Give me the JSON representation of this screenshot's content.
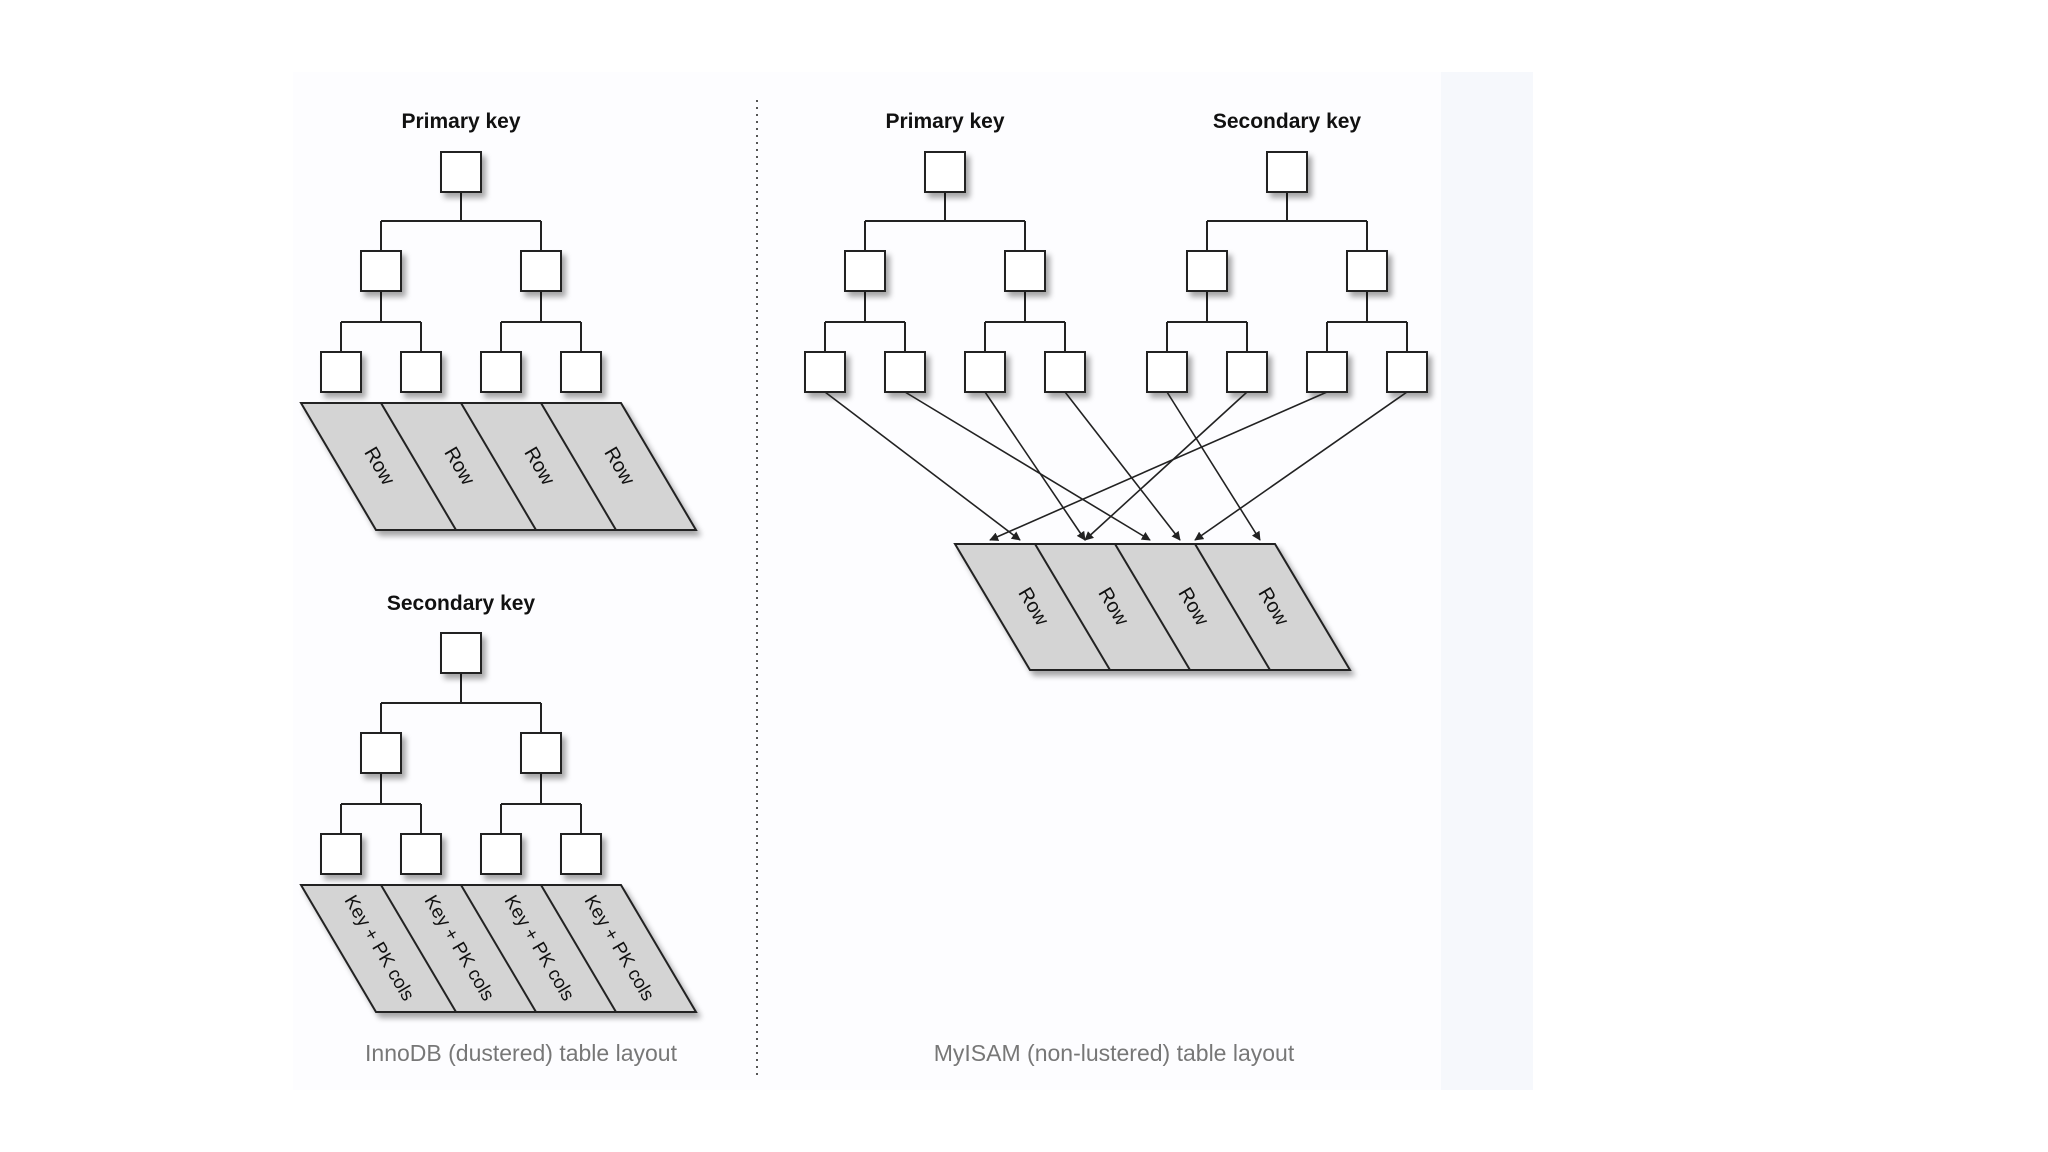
{
  "innodb": {
    "primary_label": "Primary key",
    "primary_rows": [
      "Row",
      "Row",
      "Row",
      "Row"
    ],
    "secondary_label": "Secondary key",
    "secondary_rows": [
      "Key + PK cols",
      "Key + PK cols",
      "Key + PK cols",
      "Key + PK cols"
    ],
    "caption": "InnoDB (dustered) table layout"
  },
  "myisam": {
    "primary_label": "Primary key",
    "secondary_label": "Secondary key",
    "rows": [
      "Row",
      "Row",
      "Row",
      "Row"
    ],
    "caption": "MyISAM (non-lustered) table layout"
  },
  "colors": {
    "box_fill": "#ffffff",
    "line": "#222222",
    "row_fill": "#d4d4d4",
    "caption": "#777777",
    "divider": "#555555"
  }
}
